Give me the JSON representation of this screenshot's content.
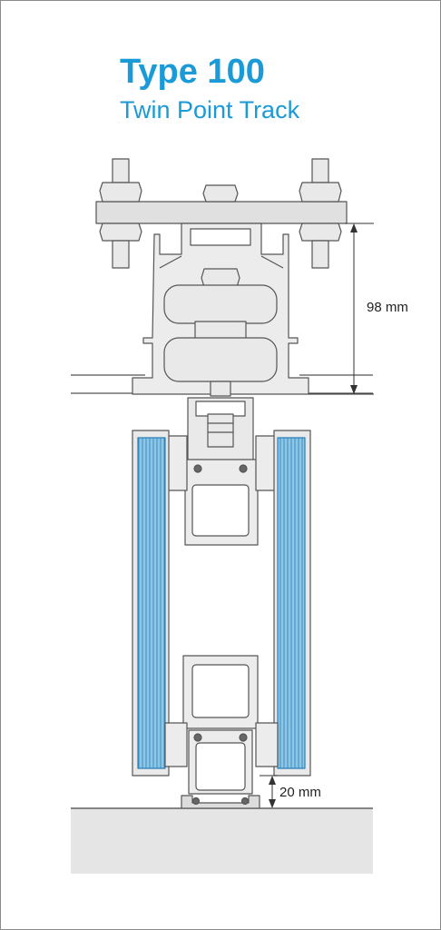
{
  "title": "Type 100",
  "subtitle": "Twin Point Track",
  "dimensions": {
    "track_height": "98 mm",
    "floor_clearance": "20 mm"
  },
  "colors": {
    "brand": "#1a9ad6",
    "glass_fill": "#8ec6e6",
    "glass_line": "#2a7fb8",
    "profile_fill": "#e9e9e9",
    "profile_stroke": "#555555",
    "floor_fill": "#e5e5e5",
    "border": "#8a8a8a"
  }
}
